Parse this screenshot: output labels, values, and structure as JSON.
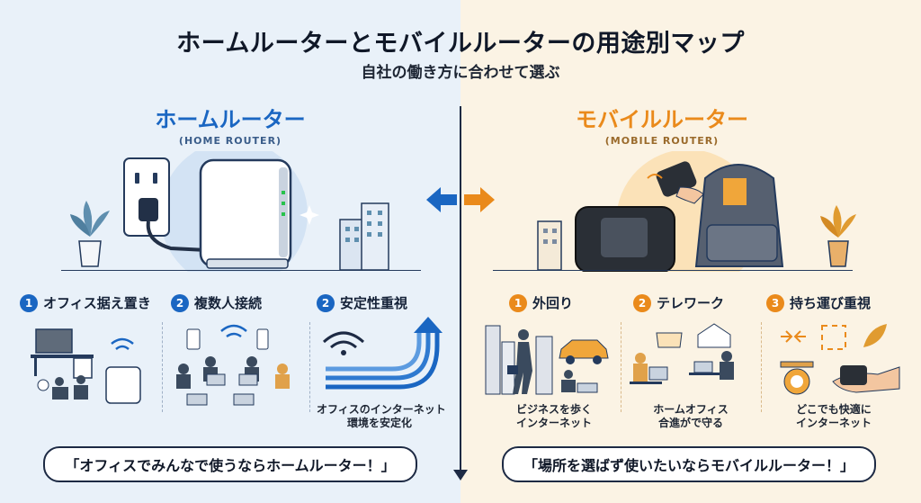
{
  "header": {
    "title": "ホームルーターとモバイルルーターの用途別マップ",
    "subtitle": "自社の働き方に合わせて選ぶ"
  },
  "home": {
    "title": "ホームルーター",
    "subtitle": "(HOME ROUTER)",
    "features": [
      {
        "num": "1",
        "label": "オフィス据え置き"
      },
      {
        "num": "2",
        "label": "複数人接続"
      },
      {
        "num": "2",
        "label": "安定性重視"
      }
    ],
    "caption_lines": [
      "オフィスのインターネット",
      "環境を安定化"
    ],
    "speech": "「オフィスでみんなで使うならホームルーター！」"
  },
  "mobile": {
    "title": "モバイルルーター",
    "subtitle": "(MOBILE ROUTER)",
    "features": [
      {
        "num": "1",
        "label": "外回り"
      },
      {
        "num": "2",
        "label": "テレワーク"
      },
      {
        "num": "3",
        "label": "持ち運び重視"
      }
    ],
    "captions": [
      [
        "ビジネスを歩く",
        "インターネット"
      ],
      [
        "ホームオフィス",
        "合進がで守る"
      ],
      [
        "どこでも快適に",
        "インターネット"
      ]
    ],
    "speech": "「場所を選ばず使いたいならモバイルルーター！」"
  },
  "colors": {
    "home_accent": "#1a66c2",
    "mobile_accent": "#ea8a1b",
    "divider": "#1d2a44"
  }
}
